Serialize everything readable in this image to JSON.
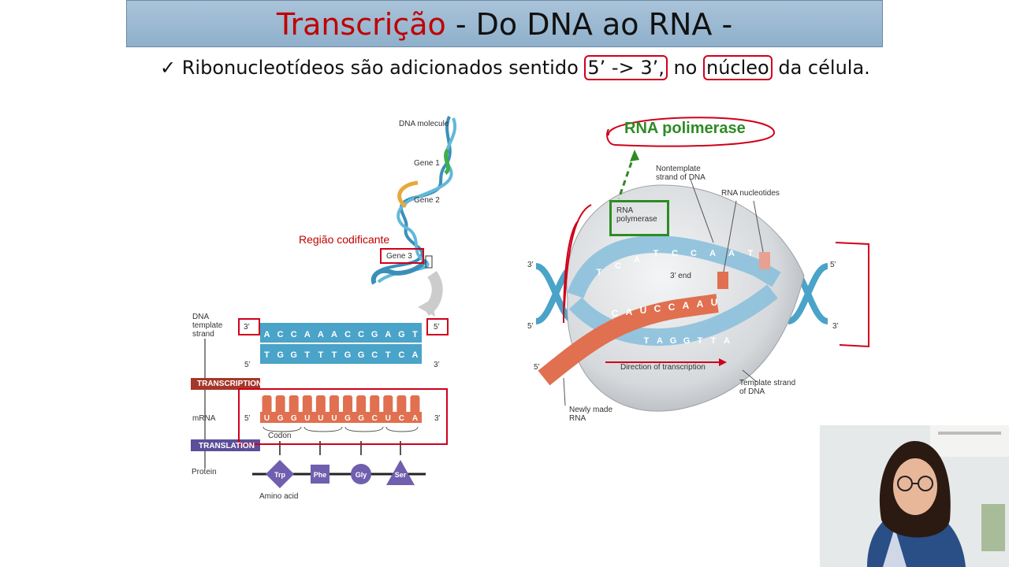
{
  "header": {
    "title_red": "Transcrição",
    "title_rest": " - Do DNA ao RNA -"
  },
  "bullet": {
    "check": "✓",
    "before": " Ribonucleotídeos são adicionados sentido ",
    "direction": "5’ -> 3’,",
    "middle": " no ",
    "location": "núcleo",
    "after": " da célula."
  },
  "left_diagram": {
    "dna_molecule": "DNA molecule",
    "gene1": "Gene 1",
    "gene2": "Gene 2",
    "gene3": "Gene 3",
    "coding_region": "Região codificante",
    "template_strand": "DNA template strand",
    "prime3": "3’",
    "prime5": "5’",
    "template_bases": [
      "A",
      "C",
      "C",
      "A",
      "A",
      "A",
      "C",
      "C",
      "G",
      "A",
      "G",
      "T"
    ],
    "complement_bases": [
      "T",
      "G",
      "G",
      "T",
      "T",
      "T",
      "G",
      "G",
      "C",
      "T",
      "C",
      "A"
    ],
    "transcription": "TRANSCRIPTION",
    "mrna": "mRNA",
    "mrna_bases": [
      "U",
      "G",
      "G",
      "U",
      "U",
      "U",
      "G",
      "G",
      "C",
      "U",
      "C",
      "A"
    ],
    "codon": "Codon",
    "translation": "TRANSLATION",
    "protein": "Protein",
    "amino_acids": [
      "Trp",
      "Phe",
      "Gly",
      "Ser"
    ],
    "amino_acid_label": "Amino acid"
  },
  "right_diagram": {
    "rna_polimerase": "RNA polimerase",
    "rna_polymerase": "RNA polymerase",
    "nontemplate": "Nontemplate strand of DNA",
    "rna_nucleotides": "RNA nucleotides",
    "end3": "3’ end",
    "top_bases": [
      "T",
      "C",
      "A",
      "T",
      "C",
      "C",
      "A",
      "A",
      "T"
    ],
    "rna_bases": [
      "C",
      "A",
      "U",
      "C",
      "C",
      "A",
      "A",
      "U"
    ],
    "bottom_bases": [
      "T",
      "A",
      "G",
      "G",
      "T",
      "T",
      "A"
    ],
    "direction": "Direction of transcription",
    "template": "Template strand of DNA",
    "newly_made": "Newly made RNA",
    "p3": "3’",
    "p5": "5’"
  },
  "colors": {
    "title_red": "#c00000",
    "box_red": "#d0001b",
    "dna_blue": "#4aa3c8",
    "rna_orange": "#e07050",
    "label_green": "#2e8b24",
    "transcription_bar": "#a5372a",
    "translation_bar": "#5b4f9a"
  }
}
